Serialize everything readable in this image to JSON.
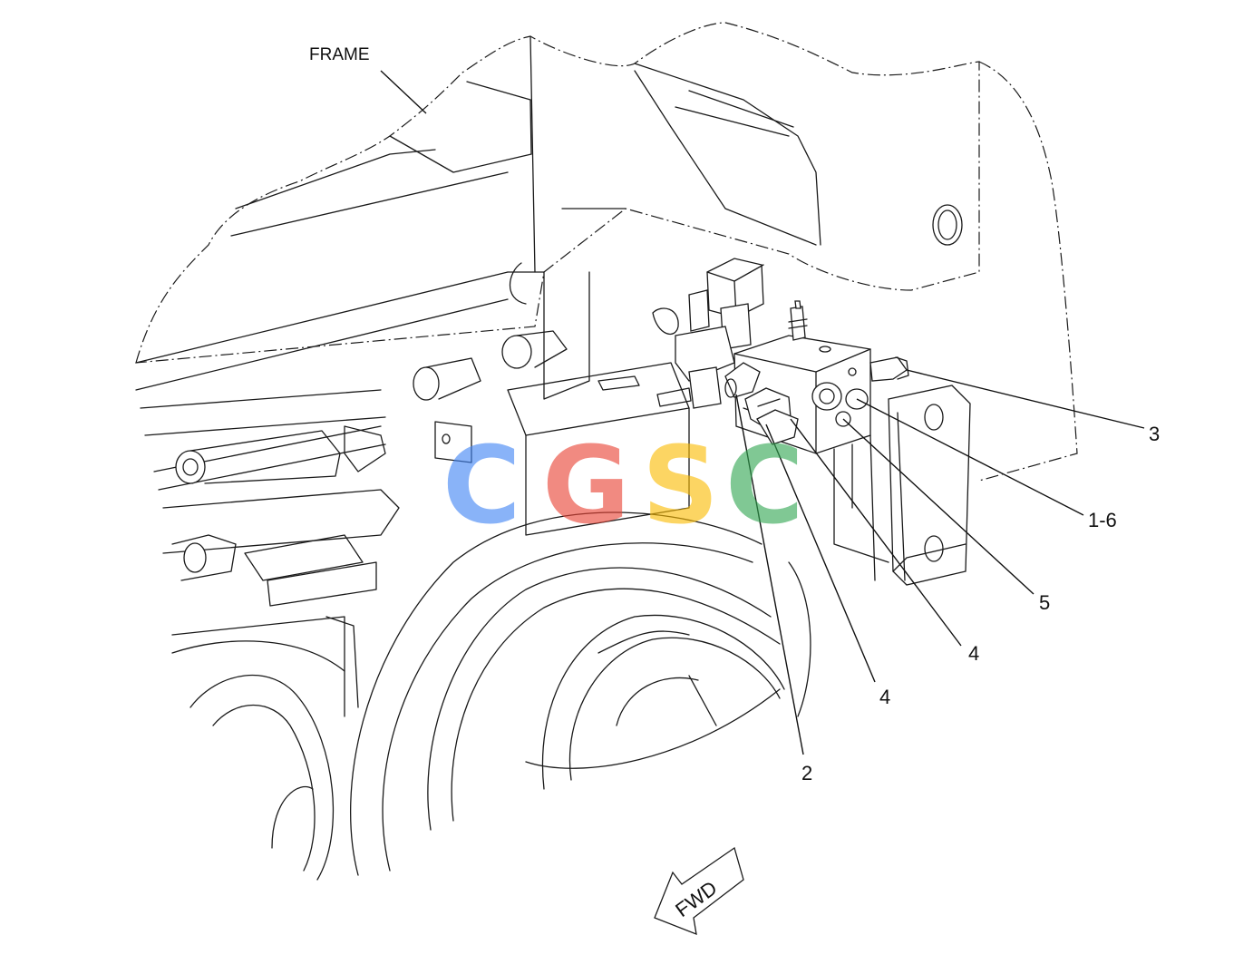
{
  "labels": {
    "frame": "FRAME",
    "fwd": "FWD"
  },
  "callouts": [
    {
      "id": "3",
      "text": "3"
    },
    {
      "id": "1-6",
      "text": "1-6"
    },
    {
      "id": "5",
      "text": "5"
    },
    {
      "id": "4a",
      "text": "4"
    },
    {
      "id": "4b",
      "text": "4"
    },
    {
      "id": "2",
      "text": "2"
    }
  ],
  "watermark": {
    "letters": [
      "C",
      "G",
      "S",
      "C"
    ],
    "colors": [
      "#4285F4",
      "#EA4335",
      "#FBBC05",
      "#34A853"
    ]
  }
}
